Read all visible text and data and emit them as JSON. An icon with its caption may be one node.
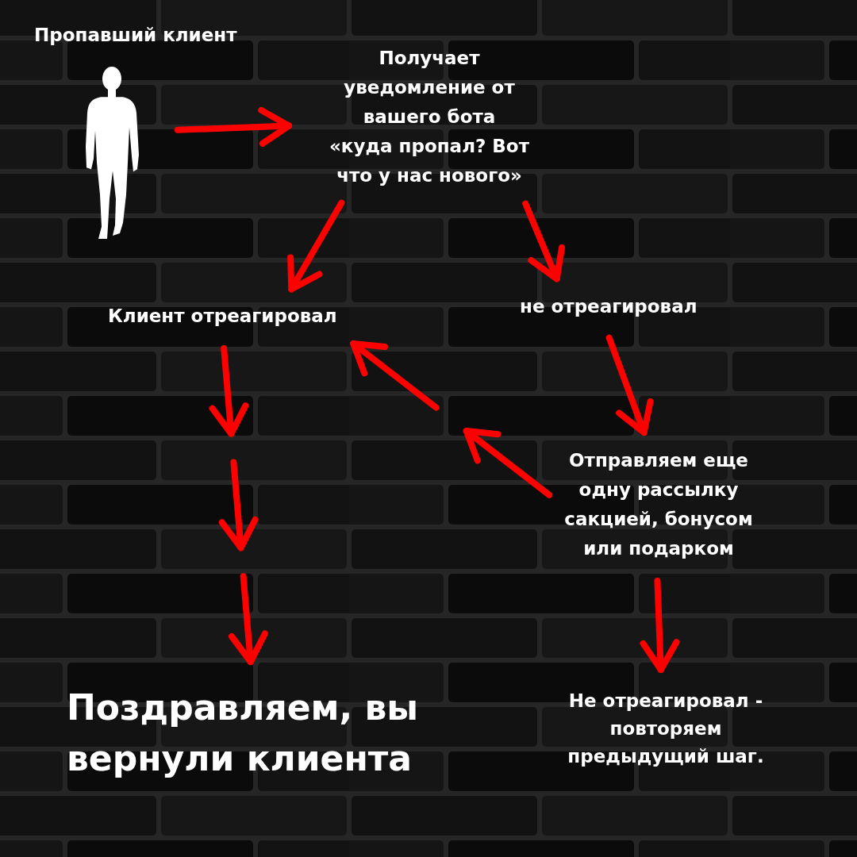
{
  "diagram": {
    "nodes": [
      {
        "text": [],
        "shape": "person"
      },
      {
        "text": [
          "Получает уведомление от вашего бота «куда пропал? Вот что у нас нового»"
        ]
      },
      {
        "text": [
          "Клиент отреагировал"
        ]
      },
      {
        "text": [
          "не отреагировал"
        ]
      },
      {
        "text": [
          "Отправляем еще одну рассылку сакцией, бонусом или подарком"
        ]
      },
      {
        "text": [
          "Поздравляем, вы вернули клиента"
        ]
      },
      {
        "text": [
          "Не отреагировал - повторяем предыдущий шаг."
        ]
      }
    ],
    "edges": [
      {
        "from": 0,
        "to": 1,
        "arrow": "to"
      },
      {
        "from": 1,
        "to": 2,
        "arrow": "to"
      },
      {
        "from": 1,
        "to": 3,
        "arrow": "to"
      },
      {
        "from": 3,
        "to": 4,
        "arrow": "to"
      },
      {
        "from": 4,
        "to": 2,
        "arrow": "to",
        "style": "dashed"
      },
      {
        "from": 2,
        "to": 5,
        "arrow": "to",
        "style": "dashed"
      },
      {
        "from": 4,
        "to": 6,
        "arrow": "to"
      }
    ],
    "labels": [
      "Пропавший клиент"
    ]
  }
}
